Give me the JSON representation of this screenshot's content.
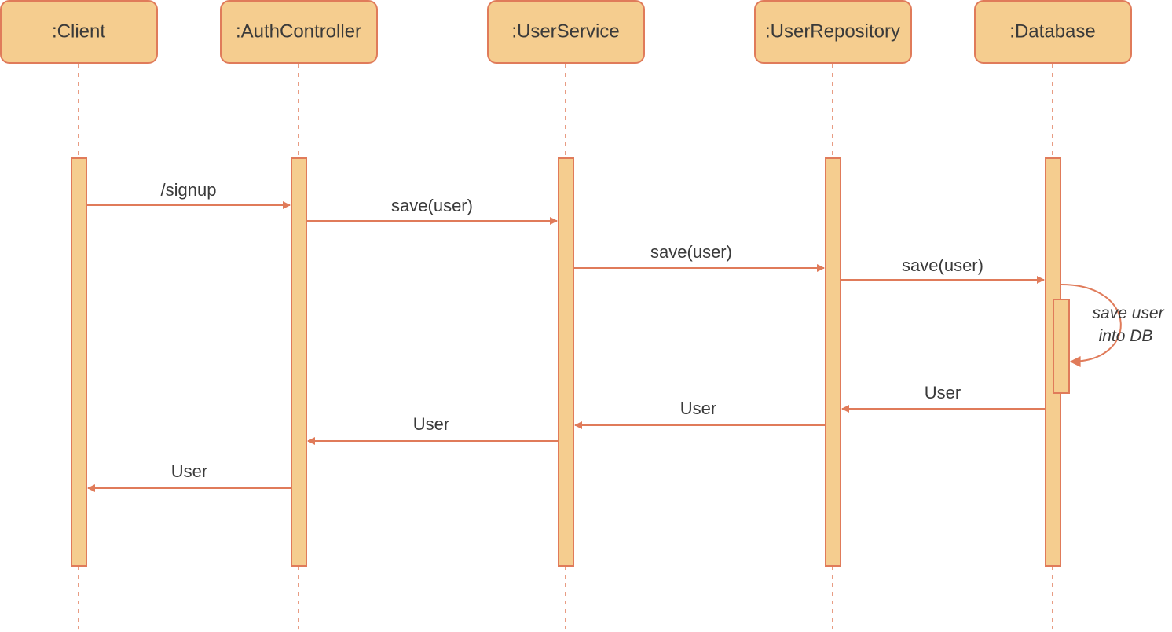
{
  "diagram": {
    "type": "sequence",
    "participants": [
      ":Client",
      ":AuthController",
      ":UserService",
      ":UserRepository",
      ":Database"
    ],
    "messages": [
      {
        "from": 0,
        "to": 1,
        "label": "/signup"
      },
      {
        "from": 1,
        "to": 2,
        "label": "save(user)"
      },
      {
        "from": 2,
        "to": 3,
        "label": "save(user)"
      },
      {
        "from": 3,
        "to": 4,
        "label": "save(user)"
      },
      {
        "from": 4,
        "to": 4,
        "label": "save user\ninto DB",
        "self": true
      },
      {
        "from": 4,
        "to": 3,
        "label": "User"
      },
      {
        "from": 3,
        "to": 2,
        "label": "User"
      },
      {
        "from": 2,
        "to": 1,
        "label": "User"
      },
      {
        "from": 1,
        "to": 0,
        "label": "User"
      }
    ],
    "colors": {
      "participant_fill": "#f5cd8f",
      "stroke": "#e07b5a",
      "text": "#3a3a3a"
    }
  }
}
